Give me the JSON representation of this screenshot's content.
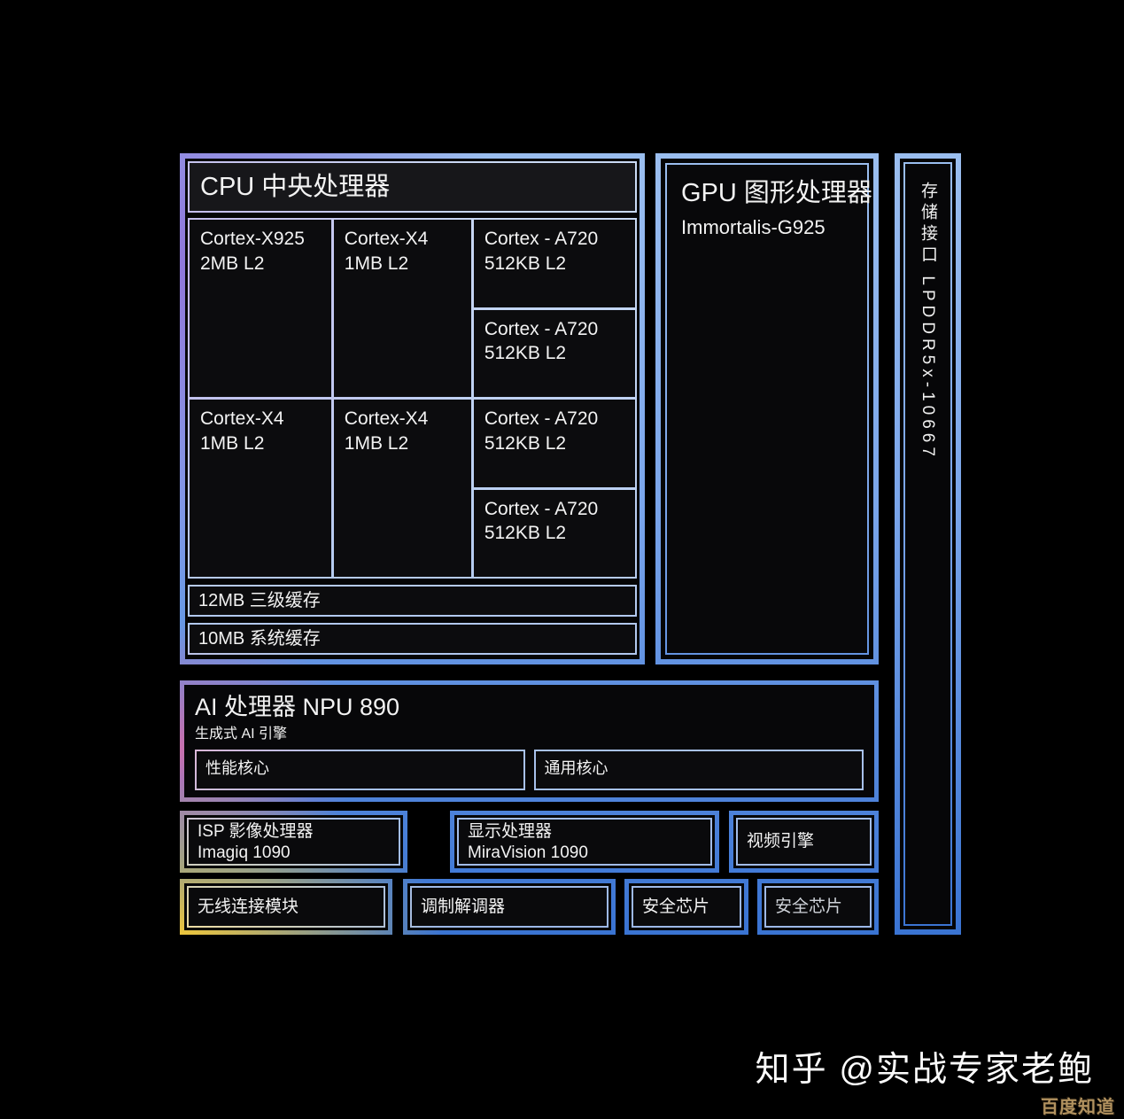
{
  "colors": {
    "purple": "#8f74da",
    "magenta": "#d26eaa",
    "gold": "#f2c838",
    "light_blue": "#a9c9f1",
    "deep_blue": "#1e5ec8",
    "background": "#000000"
  },
  "cpu": {
    "title": "CPU 中央处理器",
    "cells": [
      {
        "name": "Cortex-X925",
        "cache": "2MB L2"
      },
      {
        "name": "Cortex-X4",
        "cache": "1MB L2"
      },
      {
        "name": "Cortex - A720",
        "cache": "512KB L2"
      },
      {
        "name": "Cortex - A720",
        "cache": "512KB L2"
      },
      {
        "name": "Cortex-X4",
        "cache": "1MB L2"
      },
      {
        "name": "Cortex-X4",
        "cache": "1MB L2"
      },
      {
        "name": "Cortex - A720",
        "cache": "512KB L2"
      },
      {
        "name": "Cortex - A720",
        "cache": "512KB L2"
      }
    ],
    "l3_cache": "12MB 三级缓存",
    "system_cache": "10MB 系统缓存"
  },
  "gpu": {
    "title": "GPU 图形处理器",
    "model": "Immortalis-G925"
  },
  "memory": {
    "label": "存储接口 LPDDR5x-10667"
  },
  "ai": {
    "title": "AI 处理器 NPU 890",
    "subtitle": "生成式 AI 引擎",
    "cores": [
      {
        "label": "性能核心"
      },
      {
        "label": "通用核心"
      }
    ]
  },
  "isp": {
    "line1": "ISP 影像处理器",
    "line2": "Imagiq 1090"
  },
  "display": {
    "line1": "显示处理器",
    "line2": "MiraVision 1090"
  },
  "video": {
    "label": "视频引擎"
  },
  "wireless": {
    "label": "无线连接模块"
  },
  "modem": {
    "label": "调制解调器"
  },
  "security1": {
    "label": "安全芯片"
  },
  "security2": {
    "label": "安全芯片"
  },
  "watermark": {
    "main": "知乎 @实战专家老鲍",
    "badge": "百度知道"
  }
}
